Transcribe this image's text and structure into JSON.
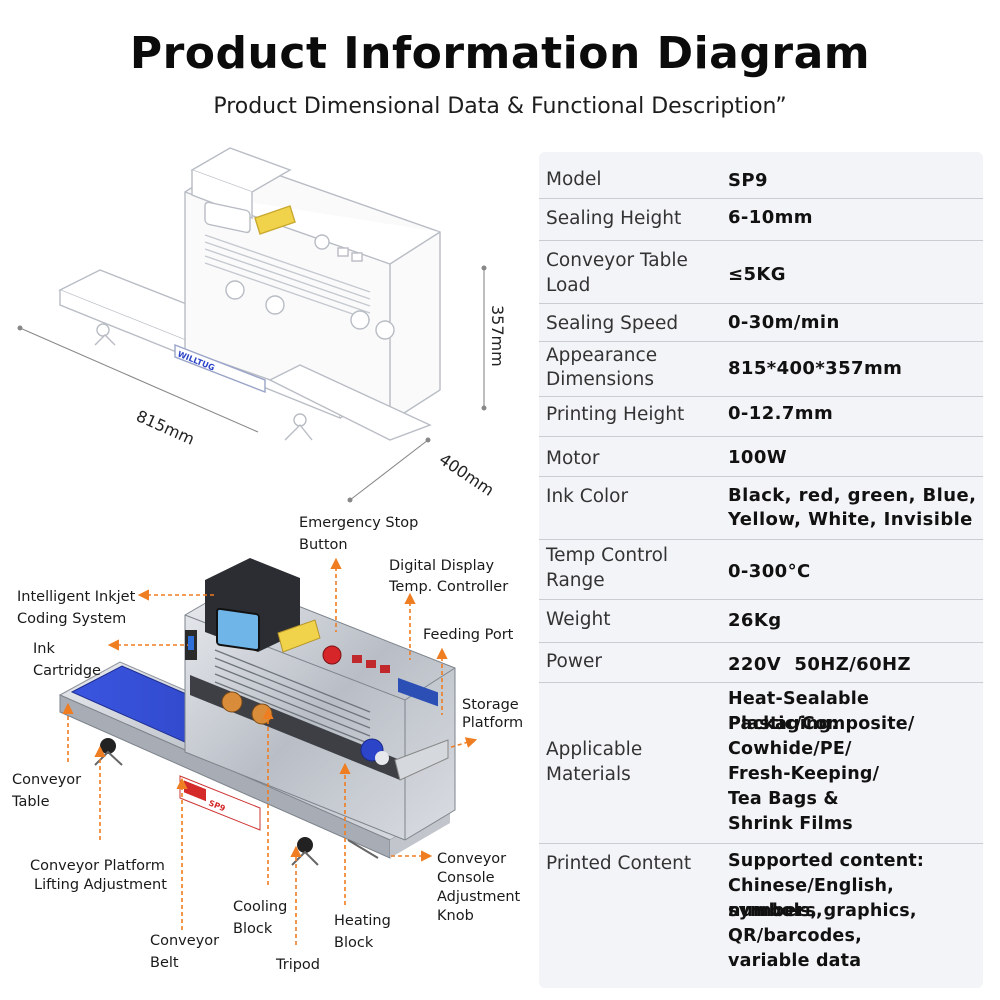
{
  "header": {
    "title": "Product Information Diagram",
    "subtitle": "Product Dimensional Data & Functional Description”"
  },
  "dimensions": {
    "length": "815mm",
    "width": "400mm",
    "height": "357mm"
  },
  "callouts": {
    "emergency_stop": [
      "Emergency Stop",
      "Button"
    ],
    "digital_display": [
      "Digital Display",
      "Temp. Controller"
    ],
    "inkjet": [
      "Intelligent Inkjet",
      "Coding System"
    ],
    "ink_cartridge": [
      "Ink",
      "Cartridge"
    ],
    "feeding_port": [
      "Feeding Port"
    ],
    "storage_platform": [
      "Storage",
      "Platform"
    ],
    "conveyor_table": [
      "Conveyor",
      "Table"
    ],
    "lifting_adjustment": [
      "Conveyor Platform",
      "Lifting Adjustment"
    ],
    "cooling_block": [
      "Cooling",
      "Block"
    ],
    "conveyor_belt": [
      "Conveyor",
      "Belt"
    ],
    "tripod": [
      "Tripod"
    ],
    "heating_block": [
      "Heating",
      "Block"
    ],
    "console_knob": [
      "Conveyor",
      "Console",
      "Adjustment",
      "Knob"
    ]
  },
  "machine": {
    "brand": "WILLTUG",
    "model_badge": "SP9"
  },
  "colors": {
    "accent_orange": "#ef7d22",
    "belt_blue": "#2c44c8",
    "panel_bg": "#f3f4f7"
  },
  "specs": [
    {
      "label": [
        "Model"
      ],
      "value": [
        "SP9"
      ]
    },
    {
      "label": [
        "Sealing Height"
      ],
      "value": [
        "6-10mm"
      ]
    },
    {
      "label": [
        "Conveyor Table",
        "Load"
      ],
      "value": [
        "≤5KG"
      ]
    },
    {
      "label": [
        "Sealing Speed"
      ],
      "value": [
        "0-30m/min"
      ]
    },
    {
      "label": [
        "Appearance",
        "Dimensions"
      ],
      "value": [
        "815*400*357mm"
      ]
    },
    {
      "label": [
        "Printing Height"
      ],
      "value": [
        "0-12.7mm"
      ]
    },
    {
      "label": [
        "Motor"
      ],
      "value": [
        "100W"
      ]
    },
    {
      "label": [
        "Ink Color"
      ],
      "value": [
        "Black, red, green, Blue,",
        "Yellow, White, Invisible"
      ]
    },
    {
      "label": [
        "Temp Control",
        "Range"
      ],
      "value": [
        "0-300°C"
      ]
    },
    {
      "label": [
        "Weight"
      ],
      "value": [
        "26Kg"
      ]
    },
    {
      "label": [
        "Power"
      ],
      "value": [
        "220V  50HZ/60HZ"
      ]
    },
    {
      "label": [
        "Applicable",
        "Materials"
      ],
      "value": [
        "Heat-Sealable Packaging:",
        "Plastic/Composite/",
        "Cowhide/PE/",
        "Fresh-Keeping/",
        "Tea Bags &",
        "Shrink Films"
      ]
    },
    {
      "label": [
        "Printed Content"
      ],
      "value": [
        "Supported content:",
        "Chinese/English, numbers,",
        "symbols, graphics,",
        "QR/barcodes,",
        "variable data"
      ]
    }
  ]
}
